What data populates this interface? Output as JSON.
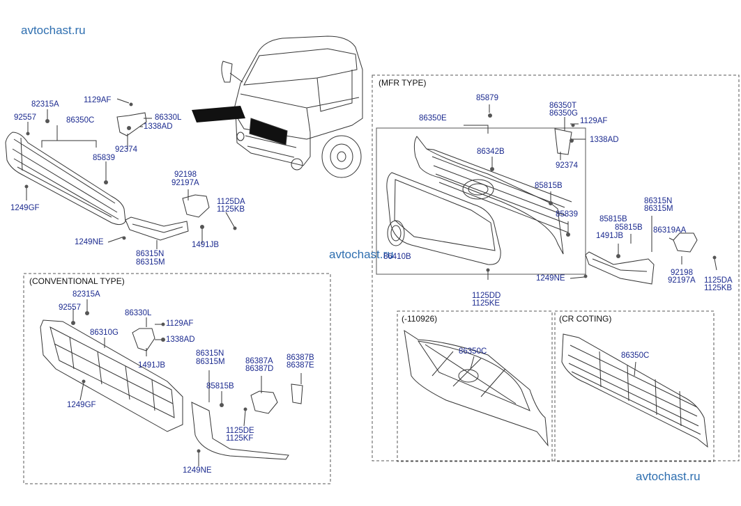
{
  "watermarks": [
    "avtochast.ru",
    "avtochast.ru",
    "avtochast.ru"
  ],
  "sections": {
    "mfr": "(MFR TYPE)",
    "conventional": "(CONVENTIONAL TYPE)",
    "early": "(-110926)",
    "cr": "(CR COTING)"
  },
  "labels": {
    "top": [
      "82315A",
      "92557",
      "86350C",
      "1129AF",
      "86330L",
      "1338AD",
      "92374",
      "85839",
      "1249GF",
      "92198",
      "92197A",
      "1125DA",
      "1125KB",
      "1249NE",
      "86315N",
      "86315M",
      "1491JB"
    ],
    "mfr": [
      "85879",
      "86350E",
      "86342B",
      "86350T",
      "86350G",
      "1129AF",
      "1338AD",
      "92374",
      "85815B",
      "85839",
      "86410B",
      "1125DD",
      "1125KE",
      "1249NE",
      "85815B",
      "85815B",
      "1491JB",
      "86315N",
      "86315M",
      "86319AA",
      "92198",
      "92197A",
      "1125DA",
      "1125KB"
    ],
    "conventional": [
      "82315A",
      "92557",
      "86330L",
      "1129AF",
      "86310G",
      "1338AD",
      "1491JB",
      "1249GF",
      "86315N",
      "86315M",
      "86387A",
      "86387D",
      "86387B",
      "86387E",
      "85815B",
      "1125DE",
      "1125KF",
      "1249NE"
    ],
    "early": [
      "86350C"
    ],
    "cr": [
      "86350C"
    ]
  }
}
